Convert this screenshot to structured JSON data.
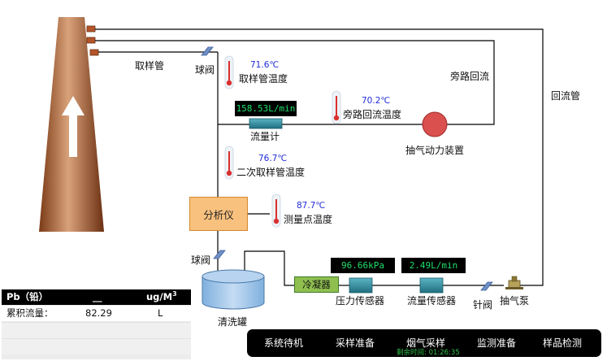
{
  "labels": {
    "sampling_pipe": "取样管",
    "ball_valve_top": "球阀",
    "sampling_pipe_temp": "取样管温度",
    "bypass_return": "旁路回流",
    "return_pipe": "回流管",
    "bypass_return_temp": "旁路回流温度",
    "flow_meter": "流量计",
    "suction_power_device": "抽气动力装置",
    "secondary_sampling_temp": "二次取样管温度",
    "analyzer": "分析仪",
    "measuring_point_temp": "测量点温度",
    "ball_valve_bottom": "球阀",
    "condenser": "冷凝器",
    "pressure_sensor": "压力传感器",
    "flow_sensor": "流量传感器",
    "needle_valve": "针阀",
    "suction_pump": "抽气泵",
    "wash_tank": "清洗罐"
  },
  "readings": {
    "sampling_pipe_temp": "71.6℃",
    "bypass_return_temp": "70.2℃",
    "secondary_sampling_temp": "76.7℃",
    "measuring_point_temp": "87.7℃",
    "flow_meter_display": "158.53L/min",
    "pressure_display": "96.66kPa",
    "flow_sensor_display": "2.49L/min"
  },
  "table": {
    "header": {
      "element": "Pb（铅）",
      "value": "__",
      "unit": "ug/M",
      "unit_sup": "3"
    },
    "cumulative_flow": {
      "label": "累积流量：",
      "value": "82.29",
      "unit": "L"
    }
  },
  "status_bar": {
    "steps": [
      "系统待机",
      "采样准备",
      "烟气采样",
      "监测准备",
      "样品检测"
    ],
    "remaining_time": "剩余时间: 01:26:35"
  },
  "colors": {
    "chimney_dark": "#7a3a16",
    "chimney_light": "#d9a27a",
    "pipe": "#000000",
    "temp_text": "#1f2bd6",
    "lcd_text": "#1fe06a",
    "analyzer_fill": "#f9c17e",
    "condenser_fill": "#8fbf4f",
    "sensor_fill": "#2f8fa0",
    "pump_ball": "#d9504f",
    "tank_fill": "#9ec4ea",
    "status_green": "#2fbf4a"
  }
}
